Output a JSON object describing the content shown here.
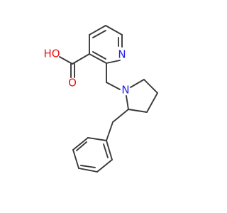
{
  "molecule": {
    "atoms": {
      "ring_nitrogen": "N",
      "pyrrolidine_nitrogen": "N",
      "carbonyl_oxygen": "O",
      "hydroxyl": "HO"
    },
    "colors": {
      "bond": "#3a3a3a",
      "nitrogen": "#2222ee",
      "oxygen": "#ee1111"
    }
  }
}
